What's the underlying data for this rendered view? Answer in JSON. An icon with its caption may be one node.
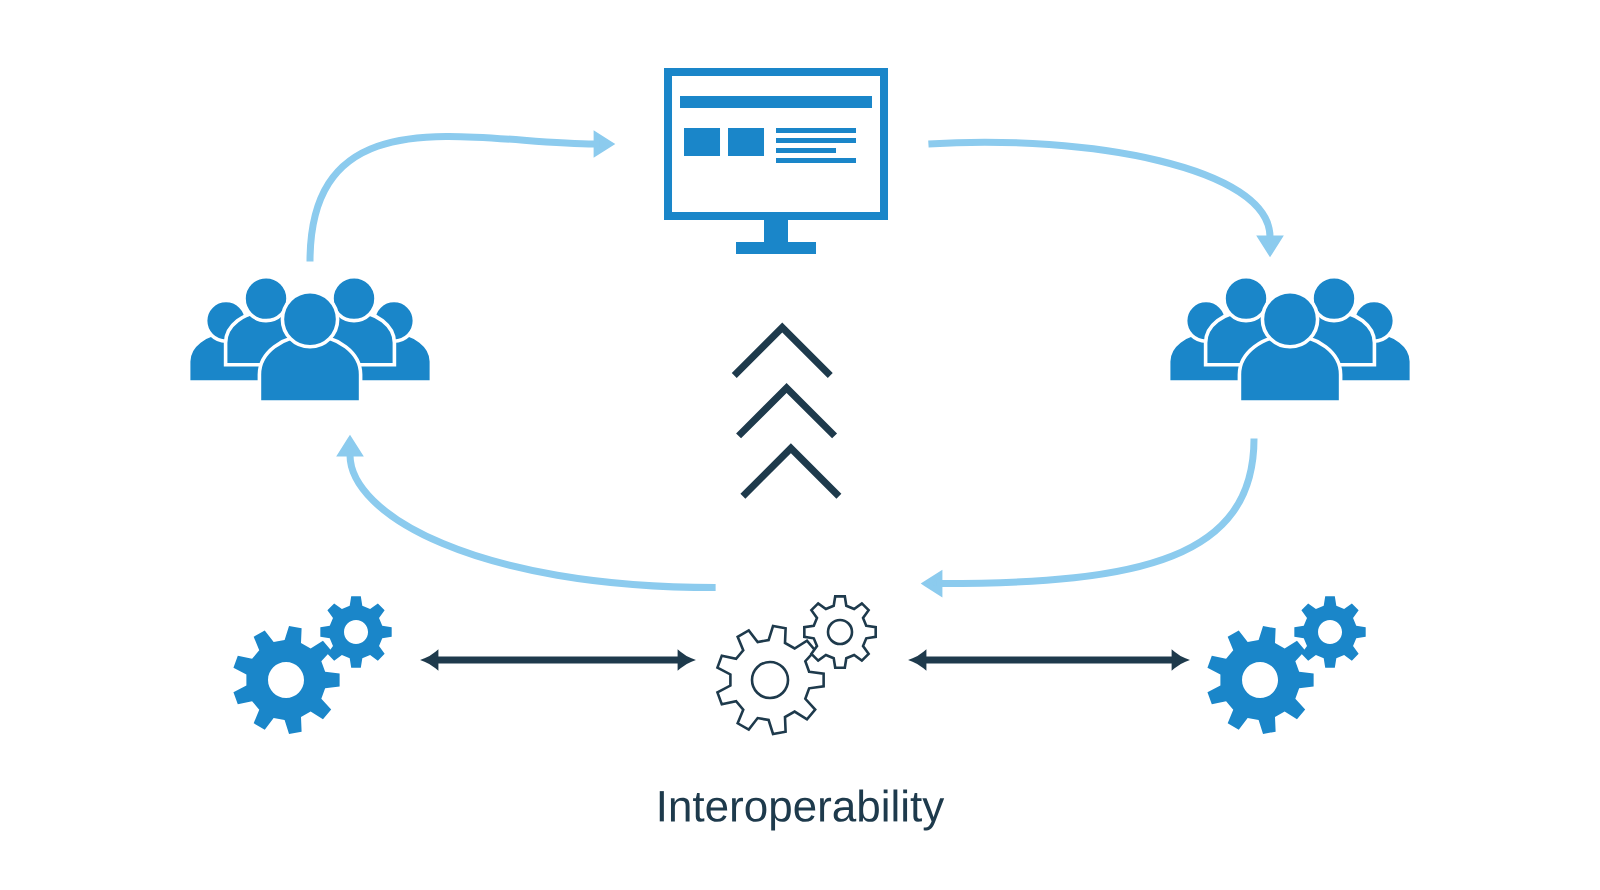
{
  "diagram": {
    "nodes": [
      {
        "text": [],
        "shape": "monitor"
      },
      {
        "text": [],
        "shape": "person"
      },
      {
        "text": [],
        "shape": "person"
      },
      {
        "text": [],
        "shape": "gear"
      },
      {
        "text": [],
        "shape": "gear"
      },
      {
        "text": [],
        "shape": "gear"
      }
    ],
    "edges": [
      {
        "from": 1,
        "to": 0,
        "arrow": "to"
      },
      {
        "from": 0,
        "to": 2,
        "arrow": "to"
      },
      {
        "from": 2,
        "to": 4,
        "arrow": "to"
      },
      {
        "from": 4,
        "to": 1,
        "arrow": "to"
      },
      {
        "from": 4,
        "to": 0,
        "arrow": "to",
        "color": "#1e3a4c"
      },
      {
        "from": 3,
        "to": 4,
        "arrow": "both",
        "color": "#1e3a4c"
      },
      {
        "from": 4,
        "to": 5,
        "arrow": "both",
        "color": "#1e3a4c"
      }
    ],
    "labels": [
      "Interoperability"
    ]
  }
}
